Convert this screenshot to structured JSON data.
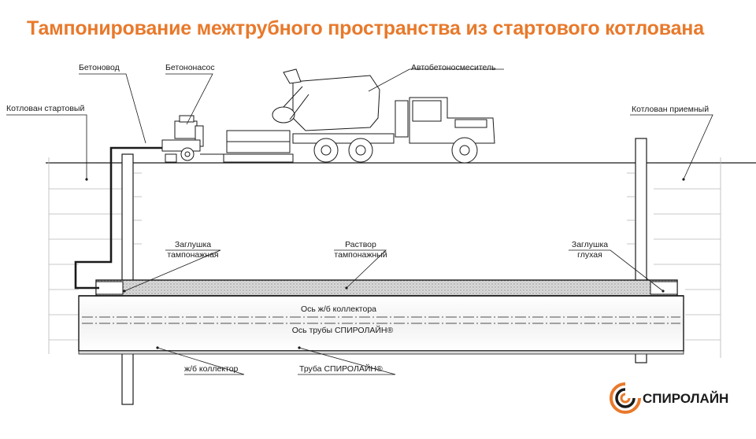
{
  "title": "Тампонирование межтрубного пространства из стартового котлована",
  "labels": {
    "betonovod": "Бетоновод",
    "betononasos": "Бетононасос",
    "avtobetonosmesitel": "Автобетоносмеситель",
    "kotlovan_startovy": "Котлован стартовый",
    "kotlovan_priemny": "Котлован приемный",
    "zaglushka_tamponazhnaya_1": "Заглушка",
    "zaglushka_tamponazhnaya_2": "тампонажная",
    "rastvor_1": "Раствор",
    "rastvor_2": "тампонажный",
    "zaglushka_glukhaya_1": "Заглушка",
    "zaglushka_glukhaya_2": "глухая",
    "os_kollektora": "Ось ж/б коллектора",
    "os_truby": "Ось трубы СПИРОЛАЙН®",
    "zhb_kollektor": "ж/б коллектор",
    "truba": "Труба СПИРОЛАЙН®"
  },
  "logo": {
    "text": "СПИРОЛАЙН"
  },
  "colors": {
    "title": "#e8792b",
    "logo_orange": "#e8792b",
    "line": "#1a1a1a"
  }
}
